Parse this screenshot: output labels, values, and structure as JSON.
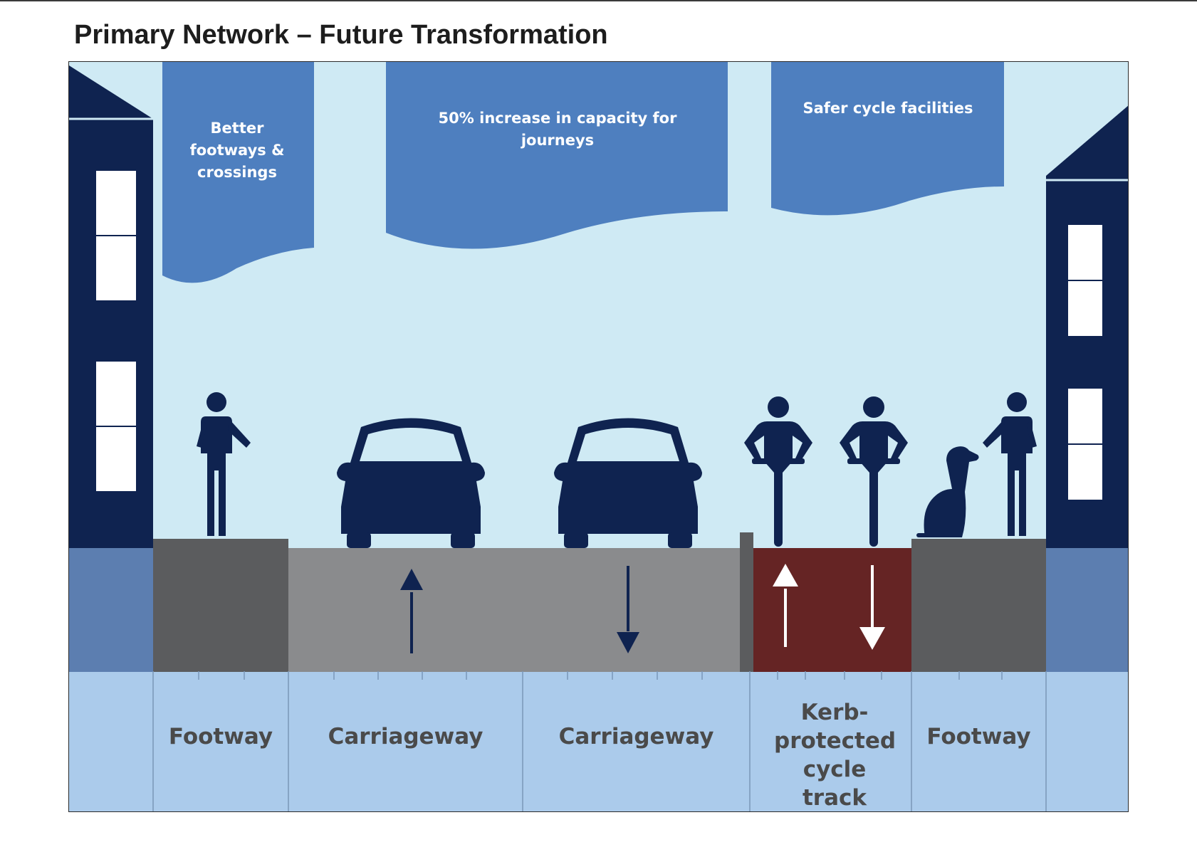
{
  "title": "Primary Network – Future Transformation",
  "banners": {
    "footways": "Better footways & crossings",
    "capacity": "50% increase in capacity for journeys",
    "cycle": "Safer cycle facilities"
  },
  "zones": {
    "footway_left": "Footway",
    "carriageway_1": "Carriageway",
    "carriageway_2": "Carriageway",
    "cycle_track": "Kerb-protected cycle track",
    "footway_right": "Footway"
  },
  "colors": {
    "sky": "#cfeaf4",
    "banner": "#4e7fbf",
    "building": "#0f2350",
    "footway_surface": "#5b5c5e",
    "carriageway_surface": "#8a8b8d",
    "cycle_track_surface": "#652424",
    "ground_band": "#abcbeb",
    "building_base": "#5c7eb0"
  },
  "icons": [
    "pedestrian-icon",
    "car-icon",
    "cyclist-icon",
    "dog-icon",
    "direction-arrow-icon"
  ]
}
